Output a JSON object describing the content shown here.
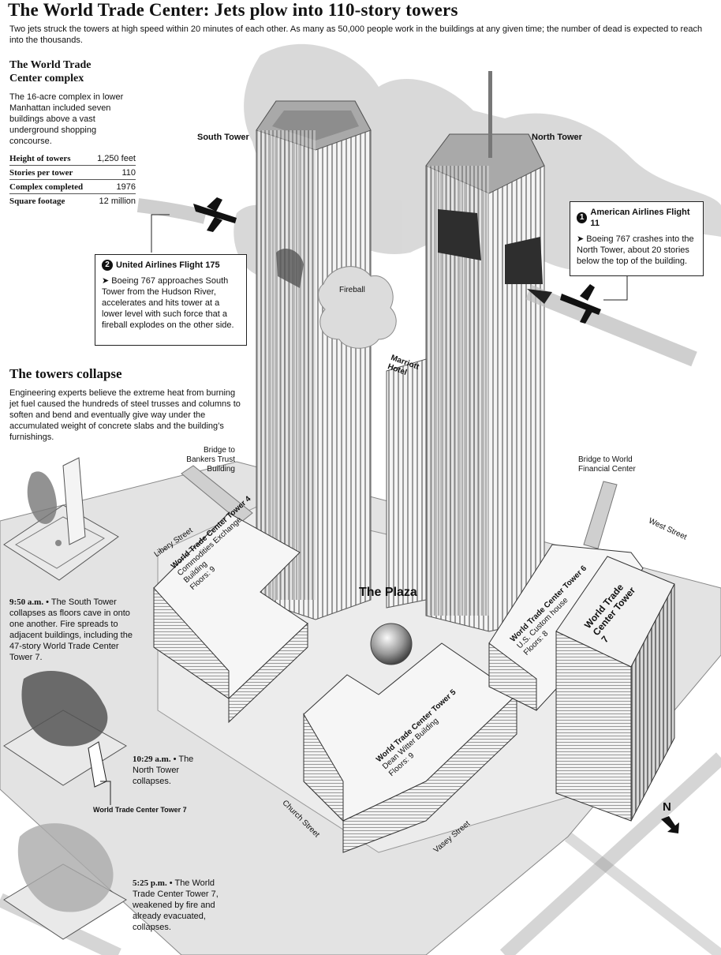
{
  "headline": "The World Trade Center: Jets plow into 110-story towers",
  "deck": "Two jets struck the towers at high speed within 20 minutes of each other. As many as 50,000 people work in the buildings at any given time; the number of dead is expected to reach into the thousands.",
  "complex": {
    "title": "The World Trade Center complex",
    "text": "The 16-acre complex in lower Manhattan included seven buildings above a vast underground shopping concourse.",
    "facts": [
      {
        "label": "Height of towers",
        "value": "1,250 feet"
      },
      {
        "label": "Stories per tower",
        "value": "110"
      },
      {
        "label": "Complex completed",
        "value": "1976"
      },
      {
        "label": "Square footage",
        "value": "12 million"
      }
    ]
  },
  "flight175": {
    "number": "2",
    "title": "United Airlines Flight 175",
    "text": "➤ Boeing 767 approaches South Tower from the Hudson River, accelerates and hits tower at a lower level with such force that a fireball explodes on the other side."
  },
  "flight11": {
    "number": "1",
    "title": "American Airlines Flight 11",
    "text": "➤ Boeing 767 crashes into the North Tower, about 20 stories below the top of the building."
  },
  "collapse": {
    "title": "The towers collapse",
    "text": "Engineering experts believe the extreme heat from burning jet fuel caused the hundreds of steel trusses and columns to soften and bend and eventually give way under the accumulated weight of concrete slabs and the building’s furnishings.",
    "steps": [
      {
        "time": "9:50 a.m.",
        "text": "The South Tower collapses as floors cave in onto one another. Fire spreads to adjacent buildings, including the 47-story World Trade Center Tower 7."
      },
      {
        "time": "10:29 a.m.",
        "text": "The North Tower collapses."
      },
      {
        "time": "5:25 p.m.",
        "text": "The World Trade Center Tower 7, weakened by fire and already evacuated, collapses."
      }
    ],
    "tower7_label": "World Trade Center Tower 7"
  },
  "labels": {
    "south_tower": "South Tower",
    "north_tower": "North Tower",
    "fireball": "Fireball",
    "marriott": "Marriott Hotel",
    "plaza": "The Plaza",
    "bridge_bankers": "Bridge to Bankers Trust Building",
    "bridge_wfc": "Bridge to World Financial Center",
    "liberty": "Libery Street",
    "west": "West Street",
    "church": "Church Street",
    "vesey": "Vasey Street",
    "north": "N",
    "wtc4_name": "World Trade Center Tower 4",
    "wtc4_sub": "Commodities Exchange Building",
    "wtc4_floors": "Floors: 9",
    "wtc5_name": "World Trade Center Tower 5",
    "wtc5_sub": "Dean Witter Building",
    "wtc5_floors": "Floors: 9",
    "wtc6_name": "World Trade Center Tower 6",
    "wtc6_sub": "U.S. Custom house",
    "wtc6_floors": "Floors: 8",
    "wtc7_name": "World Trade Center Tower 7"
  },
  "colors": {
    "street": "#e4e4e4",
    "plaza": "#ededed",
    "smoke": "#cfcfcf",
    "tower": "#bdbdbd"
  }
}
